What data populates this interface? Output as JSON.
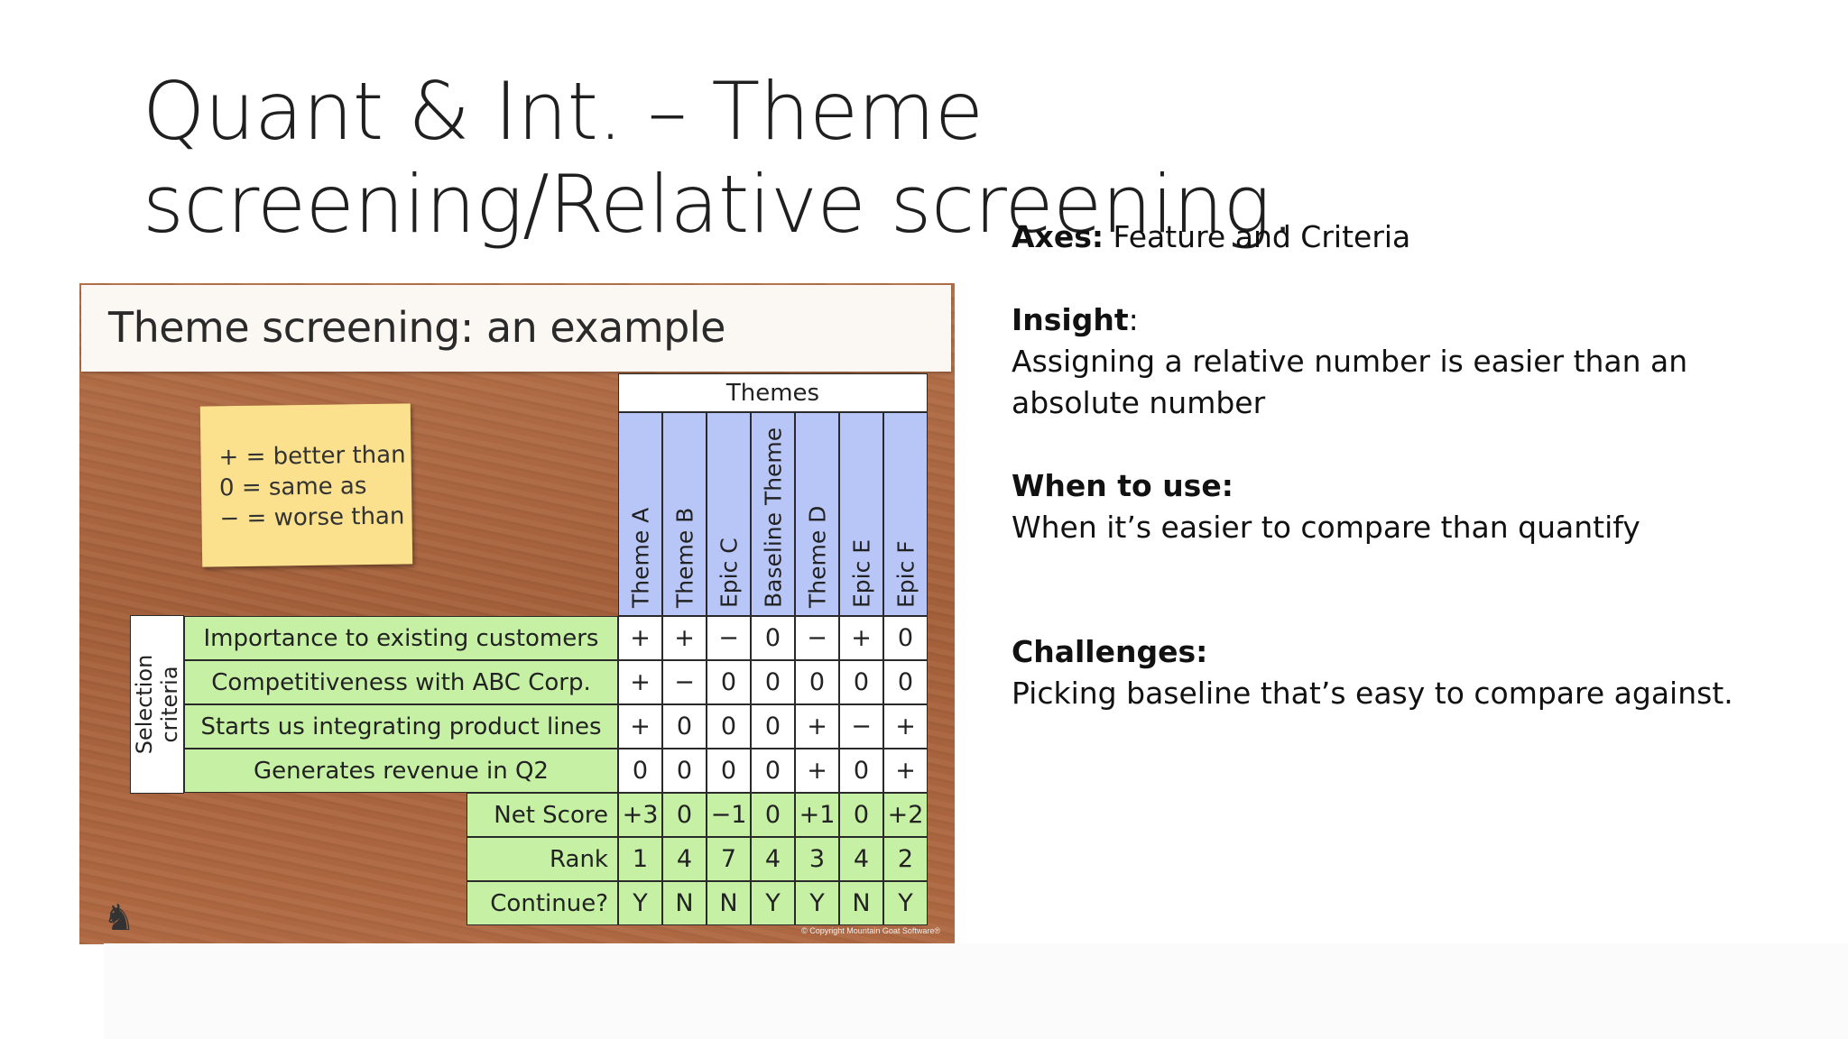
{
  "slide": {
    "title": "Quant & Int. – Theme screening/Relative screening."
  },
  "notes": {
    "axes_label": "Axes:",
    "axes_text": " Feature and Criteria",
    "insight_label": "Insight",
    "insight_colon": ":",
    "insight_text": "Assigning a relative number is easier than an absolute number",
    "when_label": "When to use:",
    "when_text": "When it’s easier to compare than quantify",
    "challenges_label": "Challenges:",
    "challenges_text": "Picking baseline that’s easy to compare against."
  },
  "figure": {
    "title": "Theme screening: an example",
    "legend": [
      "+ = better than",
      "0 = same as",
      "− = worse than"
    ],
    "themes_header": "Themes",
    "columns": [
      "Theme A",
      "Theme B",
      "Epic C",
      "Baseline Theme",
      "Theme D",
      "Epic E",
      "Epic F"
    ],
    "criteria_label": "Selection criteria",
    "rows": [
      {
        "label": "Importance to existing customers",
        "values": [
          "+",
          "+",
          "−",
          "0",
          "−",
          "+",
          "0"
        ]
      },
      {
        "label": "Competitiveness with ABC Corp.",
        "values": [
          "+",
          "−",
          "0",
          "0",
          "0",
          "0",
          "0"
        ]
      },
      {
        "label": "Starts us integrating product lines",
        "values": [
          "+",
          "0",
          "0",
          "0",
          "+",
          "−",
          "+"
        ]
      },
      {
        "label": "Generates revenue in Q2",
        "values": [
          "0",
          "0",
          "0",
          "0",
          "+",
          "0",
          "+"
        ]
      }
    ],
    "summary": [
      {
        "label": "Net Score",
        "values": [
          "+3",
          "0",
          "−1",
          "0",
          "+1",
          "0",
          "+2"
        ]
      },
      {
        "label": "Rank",
        "values": [
          "1",
          "4",
          "7",
          "4",
          "3",
          "4",
          "2"
        ]
      },
      {
        "label": "Continue?",
        "values": [
          "Y",
          "N",
          "N",
          "Y",
          "Y",
          "N",
          "Y"
        ]
      }
    ],
    "copyright": "© Copyright Mountain Goat Software®"
  }
}
